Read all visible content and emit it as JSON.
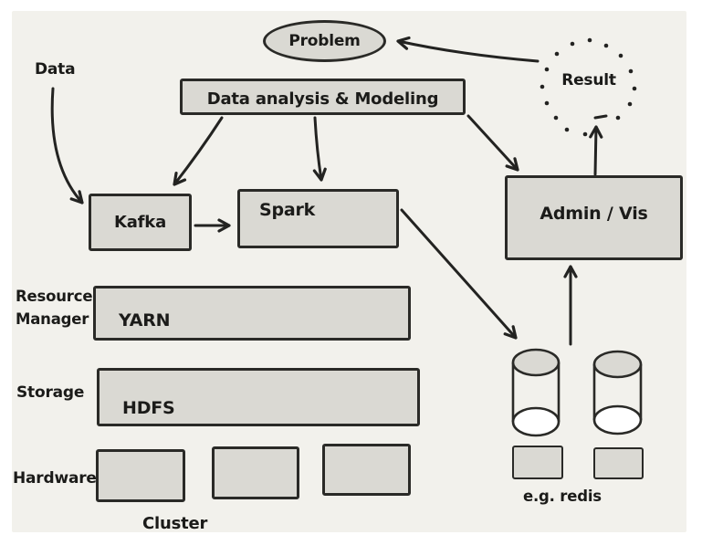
{
  "colors": {
    "page_bg": "#ffffff",
    "canvas_bg": "#f2f1ec",
    "node_fill": "#dad9d3",
    "ink": "#232321"
  },
  "nodes": {
    "problem": {
      "label": "Problem"
    },
    "data_source": {
      "label": "Data"
    },
    "analysis": {
      "label": "Data analysis & Modeling"
    },
    "result": {
      "label": "Result"
    },
    "kafka": {
      "label": "Kafka"
    },
    "spark": {
      "label": "Spark"
    },
    "admin_vis": {
      "label": "Admin / Vis"
    },
    "resource_manager": {
      "label": "Resource Manager"
    },
    "yarn": {
      "label": "YARN"
    },
    "storage": {
      "label": "Storage"
    },
    "hdfs": {
      "label": "HDFS"
    },
    "hardware": {
      "label": "Hardware"
    },
    "cluster": {
      "label": "Cluster"
    },
    "redis": {
      "label": "e.g. redis"
    }
  },
  "edges": [
    {
      "from": "Data",
      "to": "Kafka"
    },
    {
      "from": "Data analysis & Modeling",
      "to": "Kafka"
    },
    {
      "from": "Data analysis & Modeling",
      "to": "Spark"
    },
    {
      "from": "Data analysis & Modeling",
      "to": "Admin / Vis"
    },
    {
      "from": "Kafka",
      "to": "Spark"
    },
    {
      "from": "Spark",
      "to": "e.g. redis"
    },
    {
      "from": "e.g. redis",
      "to": "Admin / Vis"
    },
    {
      "from": "Admin / Vis",
      "to": "Result"
    },
    {
      "from": "Result",
      "to": "Problem"
    }
  ]
}
